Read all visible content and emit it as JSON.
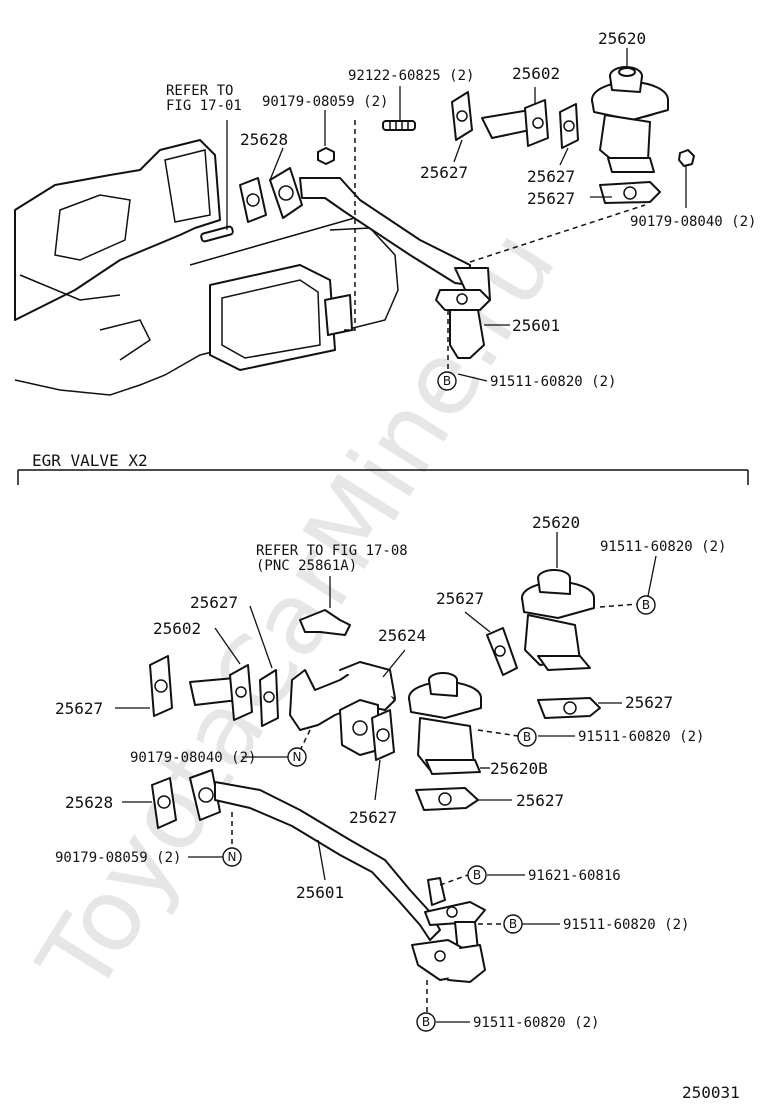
{
  "watermark": "ToyotaCarMine.ru",
  "section_title": "EGR VALVE X2",
  "diagram_code": "250031",
  "upper": {
    "refer_fig": [
      "REFER TO",
      "FIG 17-01"
    ],
    "labels": {
      "p25620": "25620",
      "p92122": "92122-60825 (2)",
      "p25602": "25602",
      "p90179_59": "90179-08059 (2)",
      "p25628": "25628",
      "p25627_a": "25627",
      "p25627_b": "25627",
      "p25627_c": "25627",
      "p90179_40": "90179-08040 (2)",
      "p25601": "25601",
      "p91511": "91511-60820 (2)"
    },
    "markers": {
      "b": "B"
    }
  },
  "lower": {
    "refer_fig": [
      "REFER TO FIG 17-08",
      "(PNC 25861A)"
    ],
    "labels": {
      "p25620": "25620",
      "p91511_top": "91511-60820 (2)",
      "p25627_top": "25627",
      "p25602": "25602",
      "p25624": "25624",
      "p25627_right1": "25627",
      "p25627_left": "25627",
      "p90179_40": "90179-08040 (2)",
      "p91511_mid": "91511-60820 (2)",
      "p25620B": "25620B",
      "p25627_right2": "25627",
      "p25627_under": "25627",
      "p25628": "25628",
      "p90179_59": "90179-08059 (2)",
      "p25601": "25601",
      "p91621": "91621-60816",
      "p91511_low": "91511-60820 (2)",
      "p91511_bottom": "91511-60820 (2)"
    },
    "markers": {
      "b": "B",
      "n": "N"
    }
  }
}
